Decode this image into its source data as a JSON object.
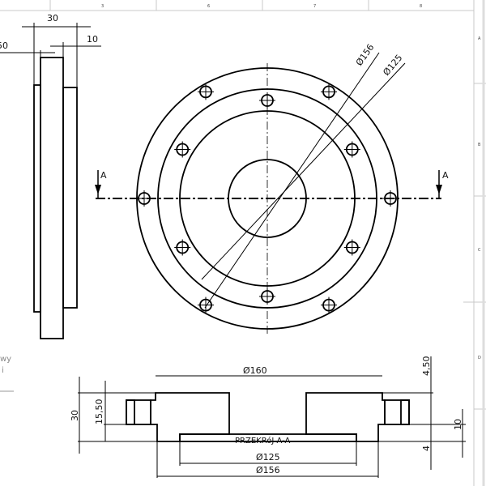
{
  "sheet": {
    "zone_columns": [
      "3",
      "6",
      "7",
      "8"
    ],
    "zone_rows": [
      "A",
      "B",
      "C",
      "D"
    ]
  },
  "left_panel": {
    "line1": "wy",
    "line2": "i"
  },
  "side_view": {
    "dim_total": "30",
    "dim_step": "10",
    "dim_left": "50"
  },
  "front_view": {
    "dim_d156": "Ø156",
    "dim_d125": "Ø125",
    "section_label_left": "A",
    "section_label_right": "A"
  },
  "section_view": {
    "title": "PRZEKRóJ A-A",
    "dim_d160": "Ø160",
    "dim_d125": "Ø125",
    "dim_d156": "Ø156",
    "dim_30": "30",
    "dim_15_50": "15,50",
    "dim_4_50": "4,50",
    "dim_10": "10",
    "dim_4": "4"
  }
}
